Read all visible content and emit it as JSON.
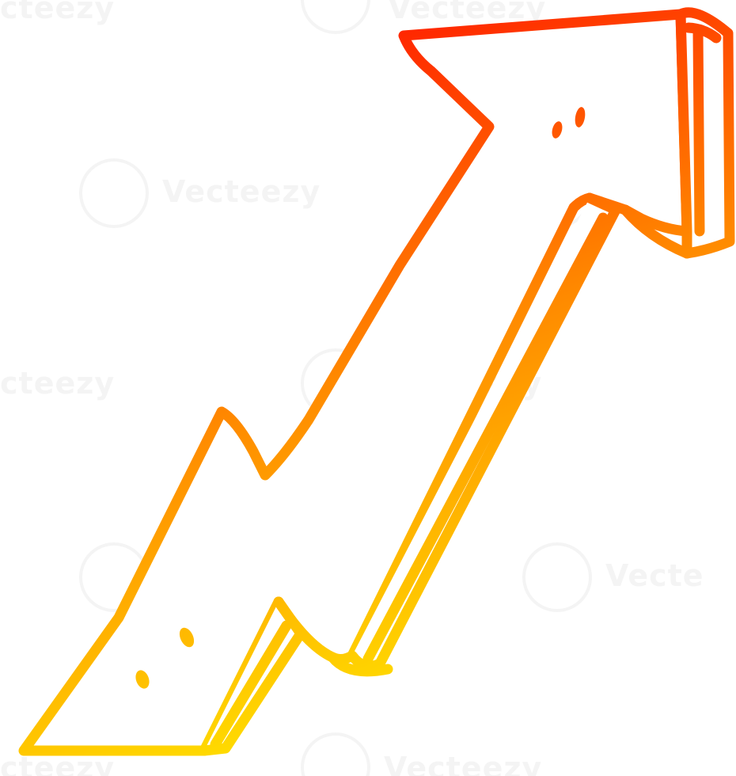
{
  "artwork": {
    "subject": "arrow-icon",
    "gradient": {
      "start_color": "#ff1500",
      "mid_color": "#ff8a00",
      "end_color": "#ffe800"
    },
    "fill_color": "#ffffff",
    "background_color": "#ffffff"
  },
  "watermark": {
    "brand": "Vecteezy",
    "partial_left": "cteezy",
    "partial_right": "Vecte",
    "partial_top": "Vecteezy"
  }
}
